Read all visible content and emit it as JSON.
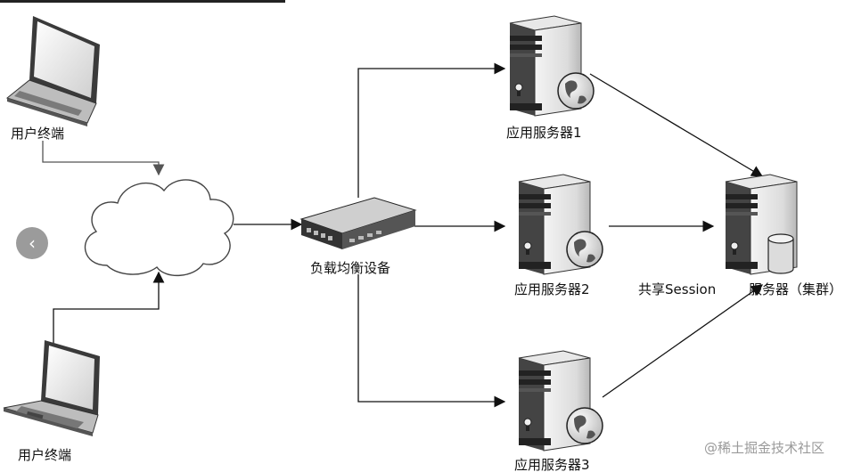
{
  "labels": {
    "user_terminal_1": "用户终端",
    "user_terminal_2": "用户终端",
    "load_balancer": "负载均衡设备",
    "app_server_1": "应用服务器1",
    "app_server_2": "应用服务器2",
    "app_server_3": "应用服务器3",
    "shared_session": "共享Session",
    "server_cluster": "服务器（集群）"
  },
  "watermark": "@稀土掘金技术社区",
  "nav": {
    "prev_icon": "chevron-left-icon"
  }
}
